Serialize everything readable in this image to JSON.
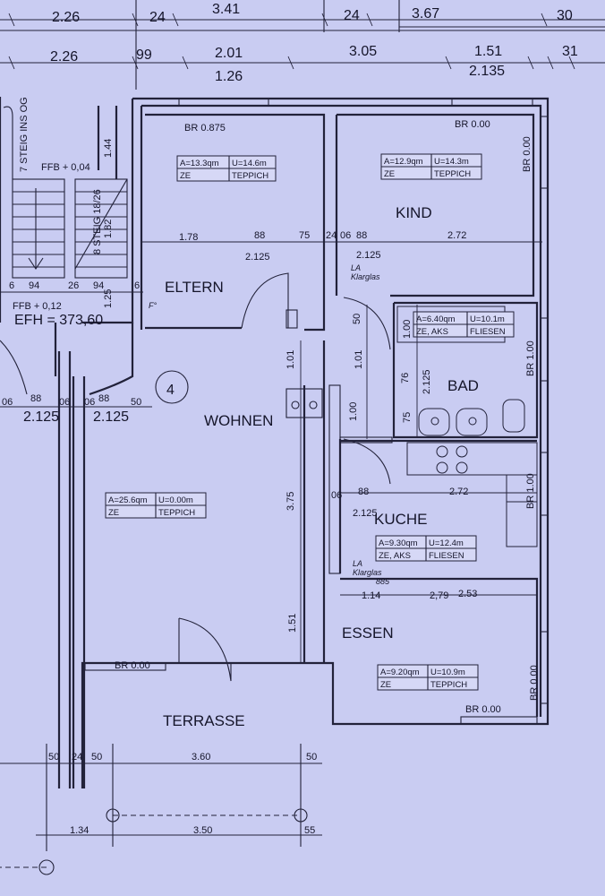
{
  "rooms": {
    "eltern": "ELTERN",
    "kind": "KIND",
    "bad": "BAD",
    "wohnen": "WOHNEN",
    "kuche": "KUCHE",
    "essen": "ESSEN",
    "terrasse": "TERRASSE"
  },
  "area_boxes": {
    "eltern": {
      "area": "A=13.3qm",
      "perimeter": "U=14.6m",
      "wall": "ZE",
      "floor": "TEPPICH"
    },
    "kind": {
      "area": "A=12.9qm",
      "perimeter": "U=14.3m",
      "wall": "ZE",
      "floor": "TEPPICH"
    },
    "bad": {
      "area": "A=6.40qm",
      "perimeter": "U=10.1m",
      "wall": "ZE, AKS",
      "floor": "FLIESEN"
    },
    "wohnen": {
      "area": "A=25.6qm",
      "perimeter": "U=0.00m",
      "wall": "ZE",
      "floor": "TEPPICH"
    },
    "kuche": {
      "area": "A=9.30qm",
      "perimeter": "U=12.4m",
      "wall": "ZE, AKS",
      "floor": "FLIESEN"
    },
    "essen": {
      "area": "A=9.20qm",
      "perimeter": "U=10.9m",
      "wall": "ZE",
      "floor": "TEPPICH"
    }
  },
  "parapets": {
    "eltern_top": "BR 0.875",
    "kind_top": "BR 0.00",
    "kind_right": "BR 0.00",
    "bad_right": "BR 1.00",
    "kuche_right": "BR 1.00",
    "essen_right": "BR 0.00",
    "essen_bottom": "BR 0.00",
    "wohnen_bottom": "BR 0.00"
  },
  "stair": {
    "ffb_upper": "FFB + 0,04",
    "ffb_lower": "FFB + 0,12",
    "steig_og": "7 STEIG INS OG",
    "steig_8": "8 STEIG 18/26",
    "efh": "EFH = 373,60"
  },
  "dims_top_row1": [
    "2.26",
    "24",
    "3.41",
    "24",
    "3.67",
    "30"
  ],
  "dims_top_row2": [
    "2.26",
    "99",
    "2.01",
    "3.05",
    "1.51",
    "31"
  ],
  "dims_top_row3": [
    "1.26",
    "2.135"
  ],
  "dims_inner": {
    "eltern_w": "1.78",
    "d885a": "88",
    "d75": "75",
    "d24": "24",
    "d06": "06",
    "d885b": "88",
    "kind_w": "2.72",
    "d2125a": "2.125",
    "d2125b": "2.125",
    "v101a": "1.01",
    "v101b": "1.01",
    "v50": "50",
    "v100a": "1.00",
    "v100b": "1.00",
    "v76": "76",
    "v75": "75",
    "v2125": "2.125",
    "v375": "3.75",
    "v151": "1.51",
    "k06": "06",
    "k885": "88",
    "k272": "2.72",
    "k2125": "2.125",
    "e114": "1.14",
    "e279": "2,79",
    "e2535": "2.53"
  },
  "dims_left": {
    "s6a": "6",
    "s94": "94",
    "s26": "26",
    "s94b": "94",
    "s6b": "6",
    "h144": "1.44",
    "h182": "1.82",
    "h125": "1.25",
    "l06": "06",
    "l885": "88",
    "l06b": "06",
    "l06c": "06",
    "l885b": "88",
    "l50": "50",
    "l2125a": "2.125",
    "l2125b": "2.125"
  },
  "dims_bottom": {
    "b50a": "50",
    "b24": "24",
    "b50b": "50",
    "b3605": "3.60",
    "b50c": "50",
    "c134": "1.34",
    "c3505": "3.50",
    "c55": "55"
  },
  "handwritten": {
    "circled_number": "4",
    "la1": "LA",
    "la1b": "Klarglas",
    "la2": "LA",
    "la2b": "Klarglas",
    "la2c": "885",
    "efh_mark": "F°",
    "extra": "2,79"
  }
}
